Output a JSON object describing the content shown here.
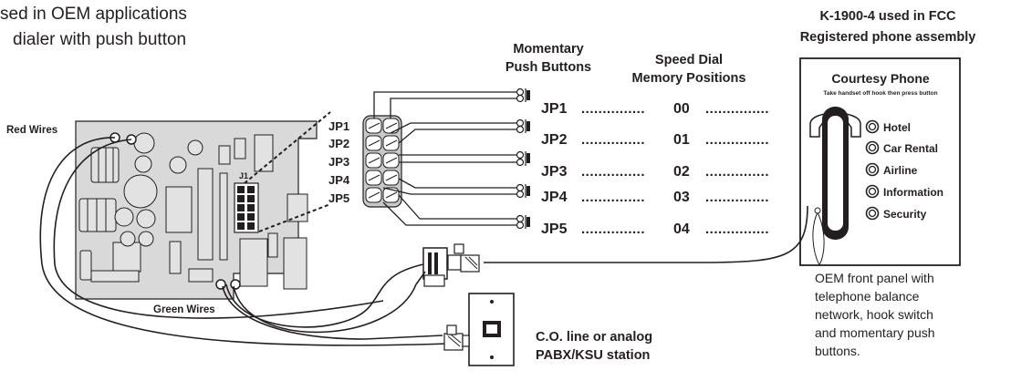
{
  "intro_text": {
    "line1": "sed in OEM applications",
    "line2": "dialer with push button"
  },
  "labels": {
    "red_wires": "Red Wires",
    "green_wires": "Green Wires",
    "j1": "J1",
    "momentary_line1": "Momentary",
    "momentary_line2": "Push Buttons",
    "speed_line1": "Speed Dial",
    "speed_line2": "Memory Positions",
    "assembly_line1": "K-1900-4 used in FCC",
    "assembly_line2": "Registered phone assembly",
    "co_line1": "C.O. line or analog",
    "co_line2": "PABX/KSU station"
  },
  "board_jumpers": [
    "JP1",
    "JP2",
    "JP3",
    "JP4",
    "JP5"
  ],
  "speed_dial_rows": [
    {
      "jumper": "JP1",
      "position": "00"
    },
    {
      "jumper": "JP2",
      "position": "01"
    },
    {
      "jumper": "JP3",
      "position": "02"
    },
    {
      "jumper": "JP4",
      "position": "03"
    },
    {
      "jumper": "JP5",
      "position": "04"
    }
  ],
  "leader_dots": "...............",
  "trailing_dots": "...............",
  "panel": {
    "title": "Courtesy Phone",
    "instruction": "Take handset off hook then press button",
    "buttons": [
      "Hotel",
      "Car Rental",
      "Airline",
      "Information",
      "Security"
    ]
  },
  "oem_note": [
    "OEM front panel with",
    "telephone balance",
    "network, hook switch",
    "and momentary push",
    "buttons."
  ]
}
